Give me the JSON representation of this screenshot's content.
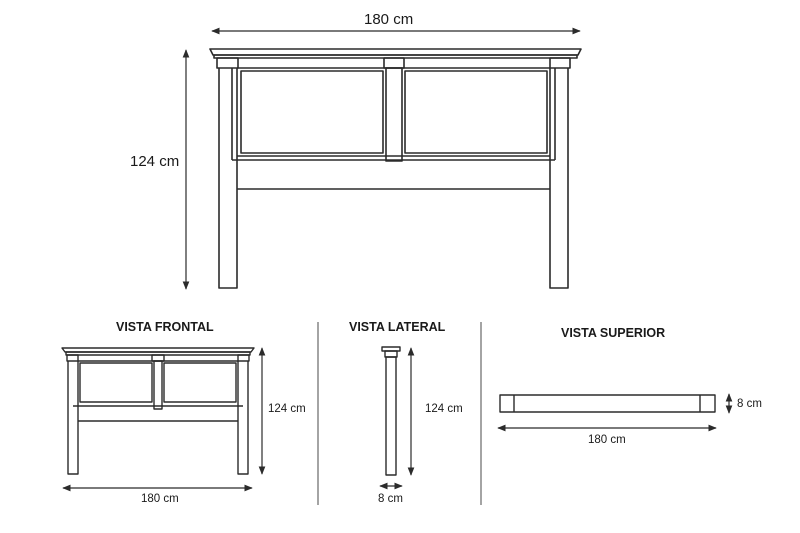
{
  "main_view": {
    "width_label": "180 cm",
    "height_label": "124 cm"
  },
  "front_view": {
    "title": "VISTA FRONTAL",
    "width_label": "180 cm",
    "height_label": "124 cm"
  },
  "side_view": {
    "title": "VISTA LATERAL",
    "depth_label": "8 cm",
    "height_label": "124 cm"
  },
  "top_view": {
    "title": "VISTA SUPERIOR",
    "width_label": "180 cm",
    "depth_label": "8 cm"
  },
  "colors": {
    "line": "#2b2b2b",
    "divider": "#4a4a4a"
  }
}
